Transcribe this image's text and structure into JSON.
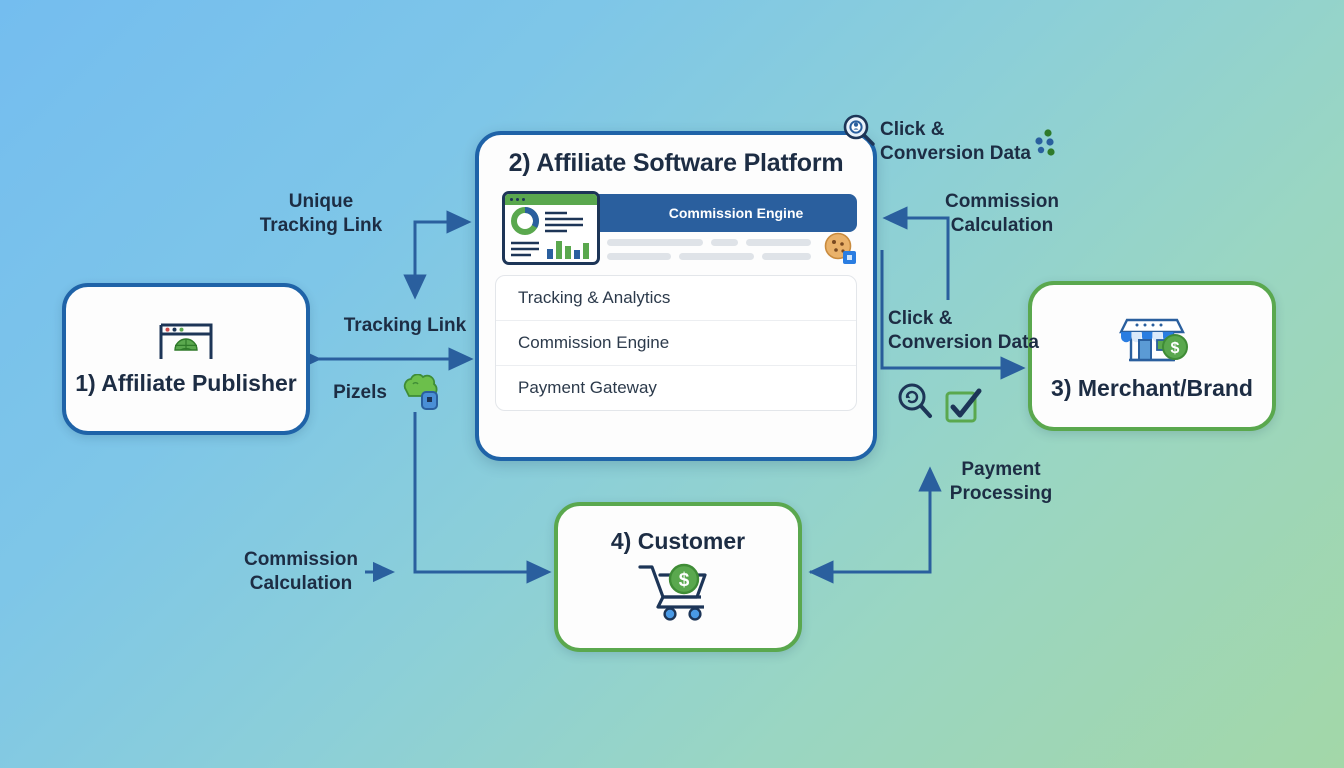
{
  "diagram": {
    "title": "Affiliate marketing flow",
    "background": {
      "from": "#74bdef",
      "to": "#a3d7a8"
    },
    "colors": {
      "blue": "#1f63a8",
      "green": "#5aa84e",
      "ink": "#1d2d44",
      "ribbon": "#2a5f9e"
    }
  },
  "nodes": {
    "publisher": {
      "label": "1) Affiliate\nPublisher",
      "icon": "browser-globe-icon"
    },
    "platform": {
      "title": "2) Affiliate Software\nPlatform",
      "ribbon_label": "Commission Engine",
      "dashboard_icon": "analytics-window-icon",
      "cookie_icon": "cookie-icon",
      "menu": [
        "Tracking & Analytics",
        "Commission Engine",
        "Payment Gateway"
      ]
    },
    "merchant": {
      "label": "3) Merchant/Brand",
      "icon": "storefront-dollar-icon"
    },
    "customer": {
      "label": "4) Customer",
      "icon": "shopping-cart-dollar-icon"
    }
  },
  "flow_labels": {
    "unique_tracking_link": "Unique\nTracking Link",
    "tracking_link": "Tracking Link",
    "pixels": "Pizels",
    "click_conversion_top": "Click &\nConversion Data",
    "commission_calculation_right": "Commission\nCalculation",
    "click_conversion_right": "Click &\nConversion Data",
    "payment_processing": "Payment\nProcessing",
    "commission_calculation_left": "Commission\nCalculation"
  },
  "icons": {
    "magnifier_select": "magnifier-select-icon",
    "data_points": "data-points-icon",
    "pixel_cookie": "pixel-cookie-icon",
    "magnifier_refresh": "magnifier-refresh-icon",
    "check_box": "check-box-icon"
  }
}
